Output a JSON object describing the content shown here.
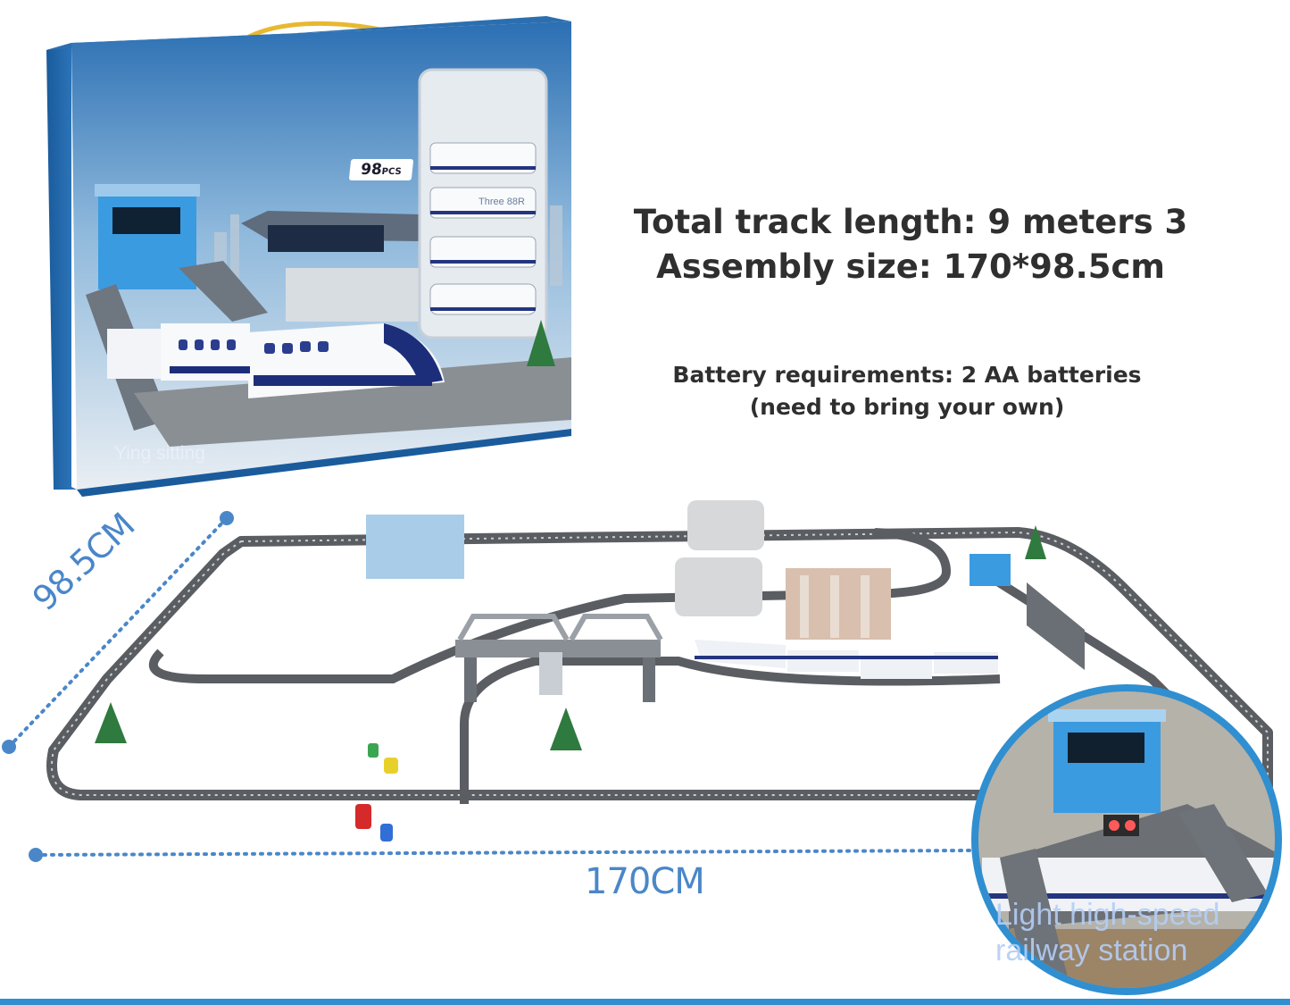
{
  "box": {
    "badge_count": "98",
    "badge_unit": "PCS",
    "side_note": "Three 88R",
    "watermark": "Ying sitting"
  },
  "specs": {
    "track_length": "Total track length: 9 meters 3",
    "assembly_size": "Assembly size: 170*98.5cm",
    "battery_line1": "Battery requirements: 2 AA batteries",
    "battery_line2": "(need to bring your own)"
  },
  "dimensions": {
    "width_label": "170CM",
    "height_label": "98.5CM"
  },
  "inset": {
    "caption_line1": "Light high-speed",
    "caption_line2": "railway station"
  },
  "colors": {
    "dimension_blue": "#4a87c9",
    "box_blue": "#1e63a8",
    "track_gray": "#55585c",
    "inset_ring": "#2f8fd0"
  }
}
